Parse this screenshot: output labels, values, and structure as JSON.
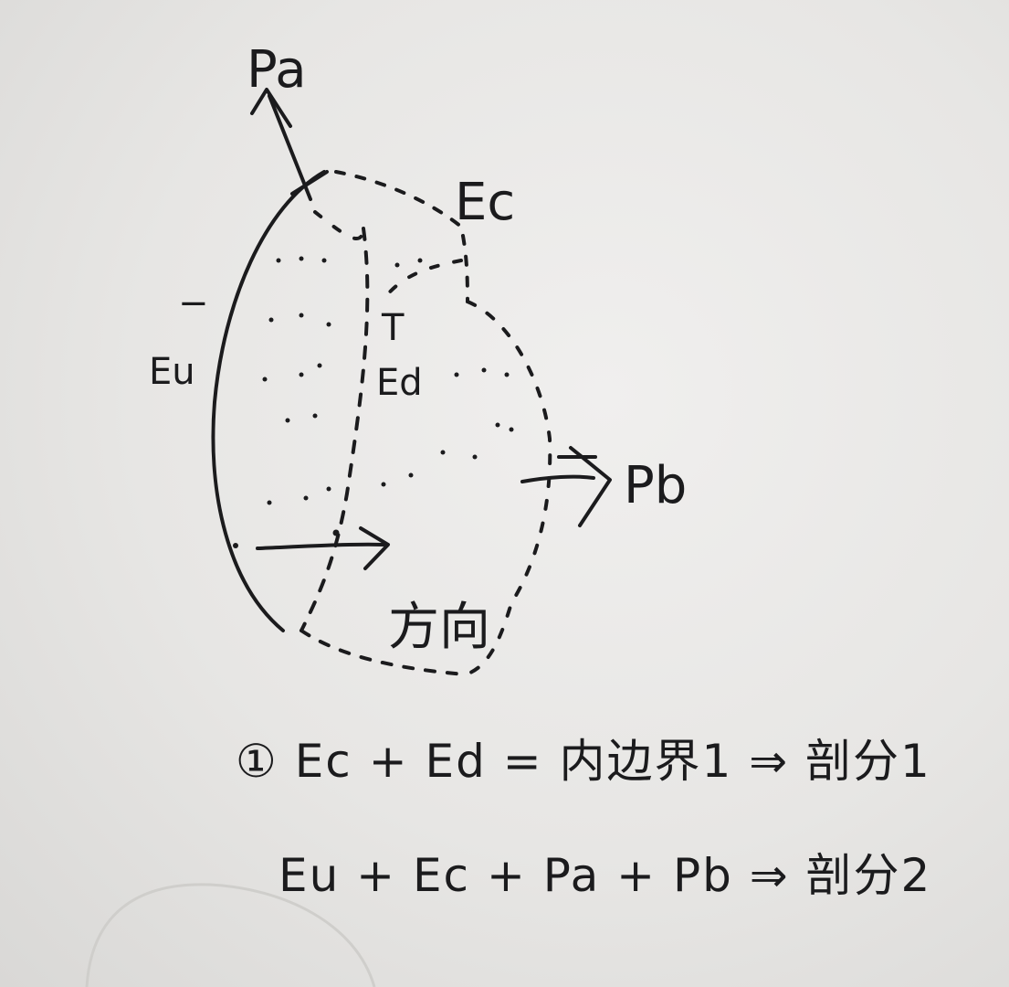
{
  "labels": {
    "pa": "Pa",
    "ec": "Ec",
    "eu_mark": "−",
    "eu": "Eu",
    "ed_mark": "T",
    "ed": "Ed",
    "pb": "Pb",
    "direction": "方向"
  },
  "equations": {
    "line1": "① Ec + Ed = 内边界1 ⇒ 剖分1",
    "line2": "Eu + Ec + Pa + Pb ⇒ 剖分2"
  }
}
